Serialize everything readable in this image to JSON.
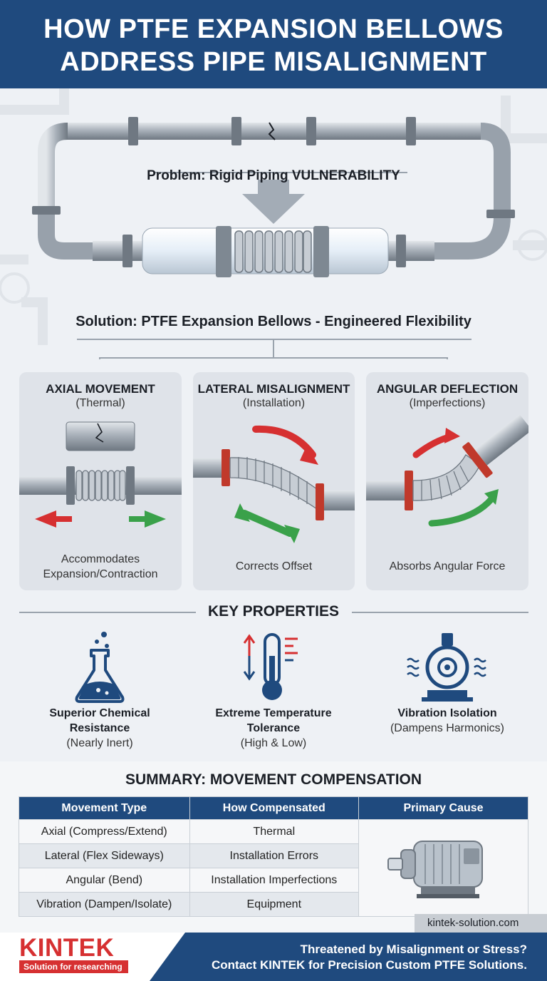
{
  "header": {
    "title_line1": "HOW PTFE EXPANSION BELLOWS",
    "title_line2": "ADDRESS PIPE MISALIGNMENT"
  },
  "hero": {
    "problem_label": "Problem: Rigid Piping VULNERABILITY",
    "solution_label": "Solution: PTFE Expansion Bellows - Engineered Flexibility"
  },
  "cards": [
    {
      "title": "AXIAL MOVEMENT",
      "subtitle": "(Thermal)",
      "desc_line1": "Accommodates",
      "desc_line2": "Expansion/Contraction"
    },
    {
      "title": "LATERAL MISALIGNMENT",
      "subtitle": "(Installation)",
      "desc_line1": "Corrects Offset",
      "desc_line2": ""
    },
    {
      "title": "ANGULAR DEFLECTION",
      "subtitle": "(Imperfections)",
      "desc_line1": "Absorbs Angular Force",
      "desc_line2": ""
    }
  ],
  "key_properties": {
    "title": "KEY PROPERTIES",
    "items": [
      {
        "title_line1": "Superior Chemical",
        "title_line2": "Resistance",
        "subtitle": "(Nearly Inert)",
        "icon": "flask-icon"
      },
      {
        "title_line1": "Extreme Temperature",
        "title_line2": "Tolerance",
        "subtitle": "(High & Low)",
        "icon": "thermometer-icon"
      },
      {
        "title_line1": "Vibration Isolation",
        "title_line2": "",
        "subtitle": "(Dampens Harmonics)",
        "icon": "pump-icon"
      }
    ]
  },
  "summary": {
    "title": "SUMMARY: MOVEMENT COMPENSATION",
    "headers": [
      "Movement Type",
      "How Compensated",
      "Primary Cause"
    ],
    "rows": [
      [
        "Axial (Compress/Extend)",
        "Thermal"
      ],
      [
        "Lateral (Flex Sideways)",
        "Installation Errors"
      ],
      [
        "Angular (Bend)",
        "Installation Imperfections"
      ],
      [
        "Vibration (Dampen/Isolate)",
        "Equipment"
      ]
    ]
  },
  "footer": {
    "url": "kintek-solution.com",
    "brand": "KINTEK",
    "tagline": "Solution for researching",
    "cta_line1": "Threatened by Misalignment or Stress?",
    "cta_line2": "Contact KINTEK for Precision Custom PTFE Solutions."
  },
  "colors": {
    "navy": "#1f4a7e",
    "red": "#d63031",
    "green": "#3aa14a",
    "pipe": "#9aa3ad"
  }
}
